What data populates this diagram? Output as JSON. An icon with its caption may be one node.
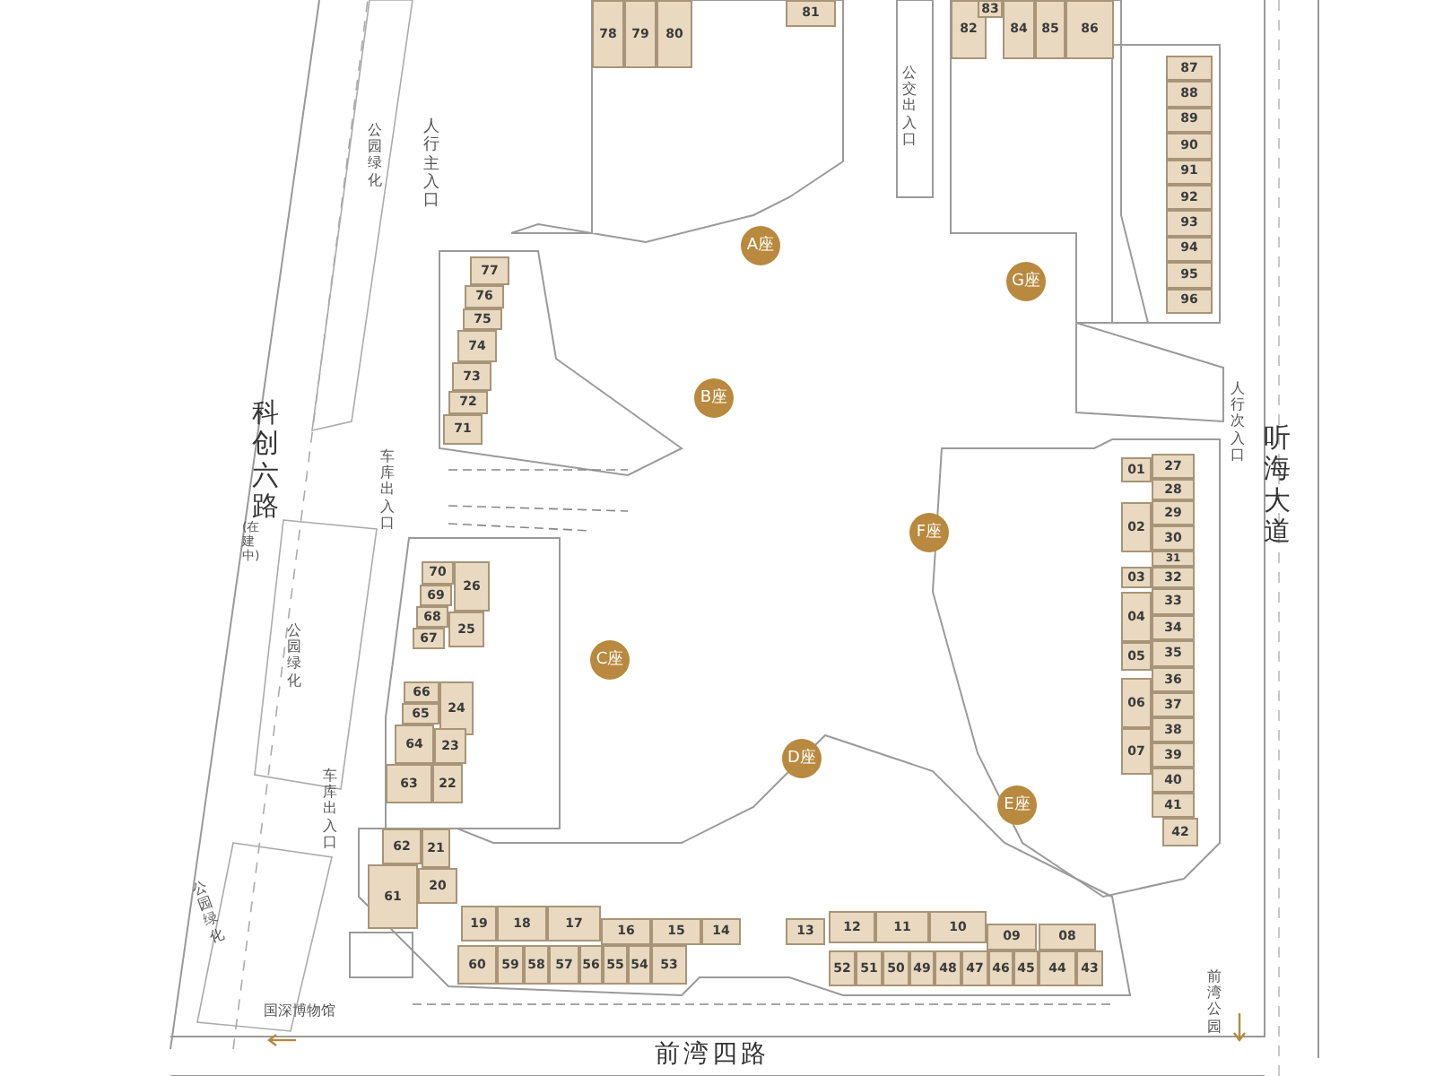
{
  "diagram": {
    "nodes": [
      {
        "text": [
          "78"
        ]
      },
      {
        "text": [
          "79"
        ]
      },
      {
        "text": [
          "80"
        ]
      },
      {
        "text": [
          "81"
        ]
      },
      {
        "text": [
          "82"
        ]
      },
      {
        "text": [
          "83"
        ]
      },
      {
        "text": [
          "84"
        ]
      },
      {
        "text": [
          "85"
        ]
      },
      {
        "text": [
          "86"
        ]
      },
      {
        "text": [
          "87"
        ]
      },
      {
        "text": [
          "88"
        ]
      },
      {
        "text": [
          "89"
        ]
      },
      {
        "text": [
          "90"
        ]
      },
      {
        "text": [
          "91"
        ]
      },
      {
        "text": [
          "92"
        ]
      },
      {
        "text": [
          "93"
        ]
      },
      {
        "text": [
          "94"
        ]
      },
      {
        "text": [
          "95"
        ]
      },
      {
        "text": [
          "96"
        ]
      },
      {
        "text": [
          "77"
        ]
      },
      {
        "text": [
          "76"
        ]
      },
      {
        "text": [
          "75"
        ]
      },
      {
        "text": [
          "74"
        ]
      },
      {
        "text": [
          "73"
        ]
      },
      {
        "text": [
          "72"
        ]
      },
      {
        "text": [
          "71"
        ]
      },
      {
        "text": [
          "A座"
        ]
      },
      {
        "text": [
          "G座"
        ]
      },
      {
        "text": [
          "B座"
        ]
      },
      {
        "text": [
          "F座"
        ]
      },
      {
        "text": [
          "70"
        ]
      },
      {
        "text": [
          "26"
        ]
      },
      {
        "text": [
          "69"
        ]
      },
      {
        "text": [
          "68"
        ]
      },
      {
        "text": [
          "25"
        ]
      },
      {
        "text": [
          "67"
        ]
      },
      {
        "text": [
          "C座"
        ]
      },
      {
        "text": [
          "66"
        ]
      },
      {
        "text": [
          "24"
        ]
      },
      {
        "text": [
          "65"
        ]
      },
      {
        "text": [
          "64"
        ]
      },
      {
        "text": [
          "23"
        ]
      },
      {
        "text": [
          "63"
        ]
      },
      {
        "text": [
          "22"
        ]
      },
      {
        "text": [
          "D座"
        ]
      },
      {
        "text": [
          "E座"
        ]
      },
      {
        "text": [
          "01"
        ]
      },
      {
        "text": [
          "27"
        ]
      },
      {
        "text": [
          "28"
        ]
      },
      {
        "text": [
          "02"
        ]
      },
      {
        "text": [
          "29"
        ]
      },
      {
        "text": [
          "30"
        ]
      },
      {
        "text": [
          "31"
        ]
      },
      {
        "text": [
          "03"
        ]
      },
      {
        "text": [
          "32"
        ]
      },
      {
        "text": [
          "04"
        ]
      },
      {
        "text": [
          "33"
        ]
      },
      {
        "text": [
          "34"
        ]
      },
      {
        "text": [
          "05"
        ]
      },
      {
        "text": [
          "35"
        ]
      },
      {
        "text": [
          "36"
        ]
      },
      {
        "text": [
          "06"
        ]
      },
      {
        "text": [
          "37"
        ]
      },
      {
        "text": [
          "38"
        ]
      },
      {
        "text": [
          "07"
        ]
      },
      {
        "text": [
          "39"
        ]
      },
      {
        "text": [
          "40"
        ]
      },
      {
        "text": [
          "41"
        ]
      },
      {
        "text": [
          "42"
        ]
      },
      {
        "text": [
          "62"
        ]
      },
      {
        "text": [
          "21"
        ]
      },
      {
        "text": [
          "61"
        ]
      },
      {
        "text": [
          "20"
        ]
      },
      {
        "text": [
          "19"
        ]
      },
      {
        "text": [
          "18"
        ]
      },
      {
        "text": [
          "17"
        ]
      },
      {
        "text": [
          "16"
        ]
      },
      {
        "text": [
          "15"
        ]
      },
      {
        "text": [
          "14"
        ]
      },
      {
        "text": [
          "13"
        ]
      },
      {
        "text": [
          "12"
        ]
      },
      {
        "text": [
          "11"
        ]
      },
      {
        "text": [
          "10"
        ]
      },
      {
        "text": [
          "09"
        ]
      },
      {
        "text": [
          "08"
        ]
      },
      {
        "text": [
          "60"
        ]
      },
      {
        "text": [
          "59"
        ]
      },
      {
        "text": [
          "58"
        ]
      },
      {
        "text": [
          "57"
        ]
      },
      {
        "text": [
          "56"
        ]
      },
      {
        "text": [
          "55"
        ]
      },
      {
        "text": [
          "54"
        ]
      },
      {
        "text": [
          "53"
        ]
      },
      {
        "text": [
          "52"
        ]
      },
      {
        "text": [
          "51"
        ]
      },
      {
        "text": [
          "50"
        ]
      },
      {
        "text": [
          "49"
        ]
      },
      {
        "text": [
          "48"
        ]
      },
      {
        "text": [
          "47"
        ]
      },
      {
        "text": [
          "46"
        ]
      },
      {
        "text": [
          "45"
        ]
      },
      {
        "text": [
          "44"
        ]
      },
      {
        "text": [
          "43"
        ]
      }
    ],
    "labels": [
      "公园绿化",
      "人行主入口",
      "公交出入口",
      "人行次入口",
      "科创六路",
      "(在建中)",
      "车库出入口",
      "听海大道",
      "公园绿化",
      "车库出入口",
      "公园绿化",
      "国深博物馆",
      "前湾公园",
      "前湾四路"
    ]
  }
}
